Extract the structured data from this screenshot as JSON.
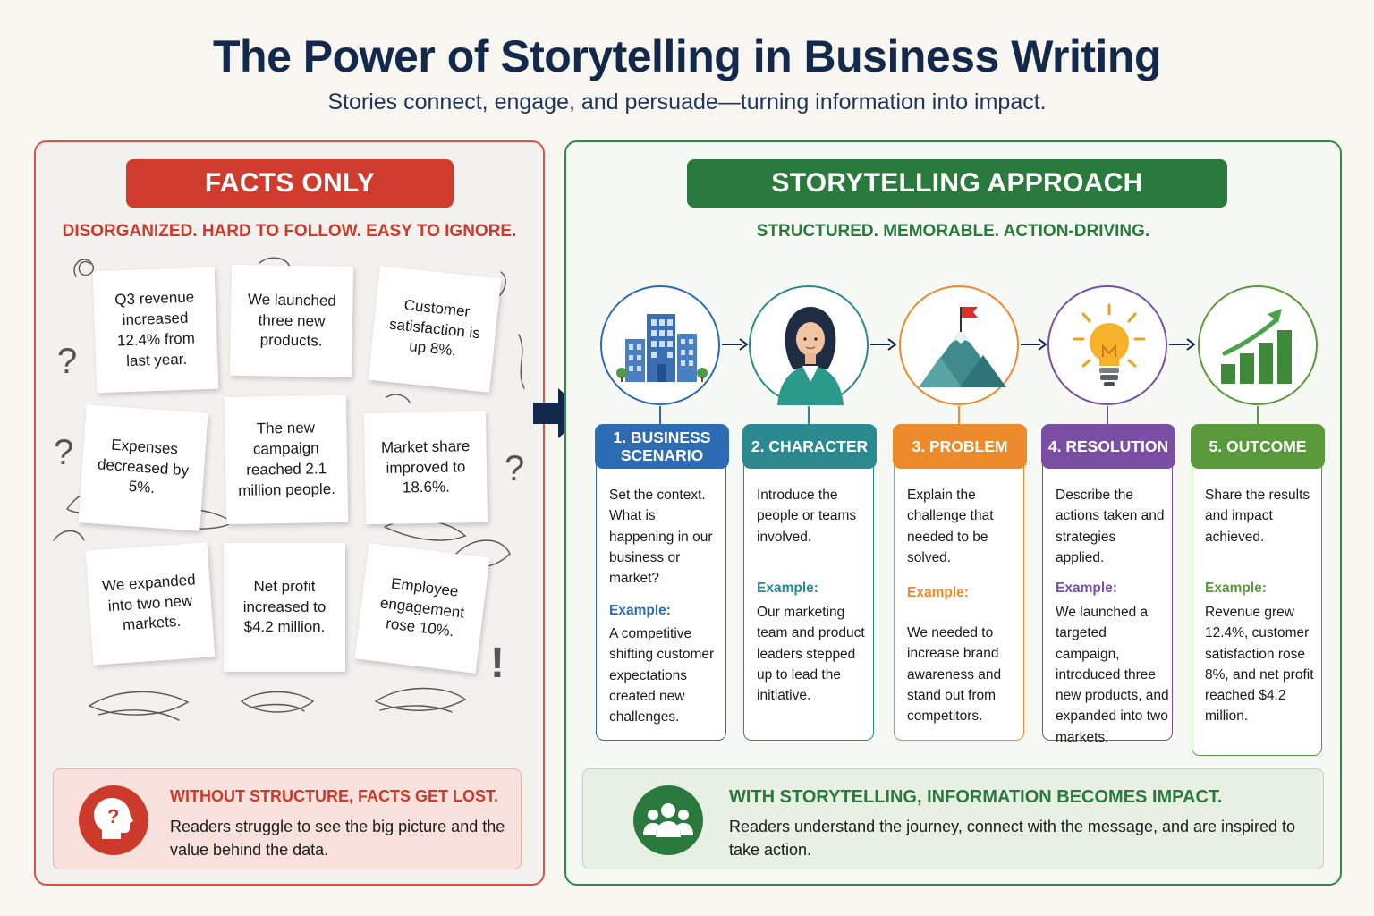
{
  "title": "The Power of Storytelling in Business Writing",
  "subtitle": "Stories connect, engage, and persuade—turning information into impact.",
  "left": {
    "banner": "FACTS ONLY",
    "tagline": "DISORGANIZED. HARD TO FOLLOW. EASY TO IGNORE.",
    "notes": [
      "Q3 revenue increased 12.4% from last year.",
      "We launched three new products.",
      "Customer satisfaction is up 8%.",
      "Expenses decreased by 5%.",
      "The new campaign reached 2.1 million people.",
      "Market share improved to 18.6%.",
      "We expanded into two new markets.",
      "Net profit increased to $4.2 million.",
      "Employee engagement rose 10%."
    ],
    "callout_head": "WITHOUT STRUCTURE, FACTS GET LOST.",
    "callout_body": "Readers struggle to see the big picture and the value behind the data."
  },
  "right": {
    "banner": "STORYTELLING APPROACH",
    "tagline": "STRUCTURED. MEMORABLE. ACTION-DRIVING.",
    "stages": [
      {
        "title": "1. BUSINESS SCENARIO",
        "description": "Set the context. What is happening in our business or market?",
        "example_label": "Example:",
        "example": "A competitive shifting customer expectations created new challenges.",
        "color": "#2d6cb5",
        "icon": "office-building-icon"
      },
      {
        "title": "2. CHARACTER",
        "description": "Introduce the people or teams involved.",
        "example_label": "Example:",
        "example": "Our marketing team and product leaders stepped up to lead the initiative.",
        "color": "#2a8a8f",
        "icon": "person-icon"
      },
      {
        "title": "3. PROBLEM",
        "description": "Explain the challenge that needed to be solved.",
        "example_label": "Example:",
        "example": "We needed to increase brand awareness and stand out from competitors.",
        "color": "#ec8a2c",
        "icon": "mountain-flag-icon"
      },
      {
        "title": "4. RESOLUTION",
        "description": "Describe the actions taken and strategies applied.",
        "example_label": "Example:",
        "example": "We launched a targeted campaign, introduced three new products, and expanded into two markets.",
        "color": "#7a4fa3",
        "icon": "lightbulb-icon"
      },
      {
        "title": "5. OUTCOME",
        "description": "Share the results and impact achieved.",
        "example_label": "Example:",
        "example": "Revenue grew 12.4%, customer satisfaction rose 8%, and net profit reached $4.2 million.",
        "color": "#5a9a3c",
        "icon": "growth-chart-icon"
      }
    ],
    "callout_head": "WITH STORYTELLING, INFORMATION BECOMES IMPACT.",
    "callout_body": "Readers understand the journey, connect with the message, and are inspired to take action."
  },
  "colors": {
    "navy": "#13294b",
    "red": "#cf3b2d",
    "green": "#2a7a3d"
  }
}
